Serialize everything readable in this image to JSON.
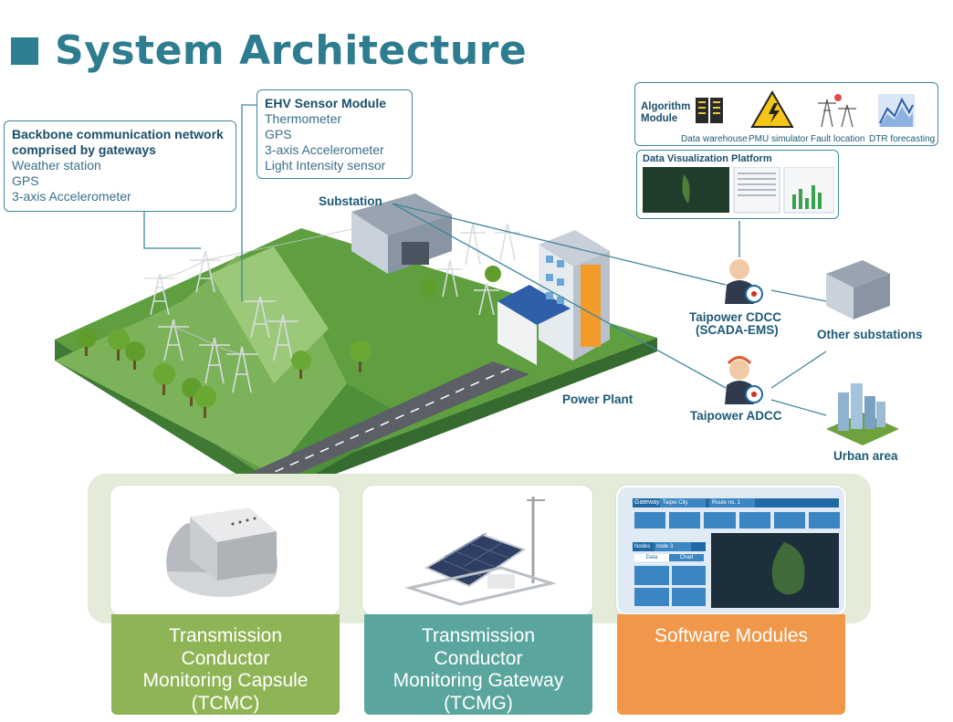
{
  "page_title": "System Architecture",
  "callouts": {
    "backbone": {
      "title_line1": "Backbone communication network",
      "title_line2": "comprised by gateways",
      "items": [
        "Weather station",
        "GPS",
        "3-axis Accelerometer"
      ]
    },
    "ehv": {
      "title": "EHV Sensor Module",
      "items": [
        "Thermometer",
        "GPS",
        "3-axis Accelerometer",
        "Light Intensity sensor"
      ]
    }
  },
  "algorithm_module": {
    "title_line1": "Algorithm",
    "title_line2": "Module",
    "items": [
      "Data warehouse",
      "PMU simulator",
      "Fault location",
      "DTR forecasting"
    ]
  },
  "data_visualization": {
    "title": "Data Visualization Platform"
  },
  "scene_labels": {
    "substation": "Substation",
    "power_plant": "Power Plant",
    "cdcc_line1": "Taipower CDCC",
    "cdcc_line2": "(SCADA-EMS)",
    "adcc": "Taipower ADCC",
    "other_substations": "Other substations",
    "urban_area": "Urban area"
  },
  "software_screenshot": {
    "gateway_tab": "Gateway",
    "city": "Taipei City",
    "route": "Route no. 1",
    "nodes_tab": "Nodes",
    "node": "node 3",
    "data_tab": "Data",
    "chart_tab": "Chart"
  },
  "products": [
    {
      "line1": "Transmission",
      "line2": "Conductor",
      "line3": "Monitoring Capsule",
      "line4": "(TCMC)",
      "color": "#8fb455"
    },
    {
      "line1": "Transmission",
      "line2": "Conductor",
      "line3": "Monitoring Gateway",
      "line4": "(TCMG)",
      "color": "#5aa69e"
    },
    {
      "line1": "Software Modules",
      "line2": "",
      "line3": "",
      "line4": "",
      "color": "#f0974a"
    }
  ]
}
